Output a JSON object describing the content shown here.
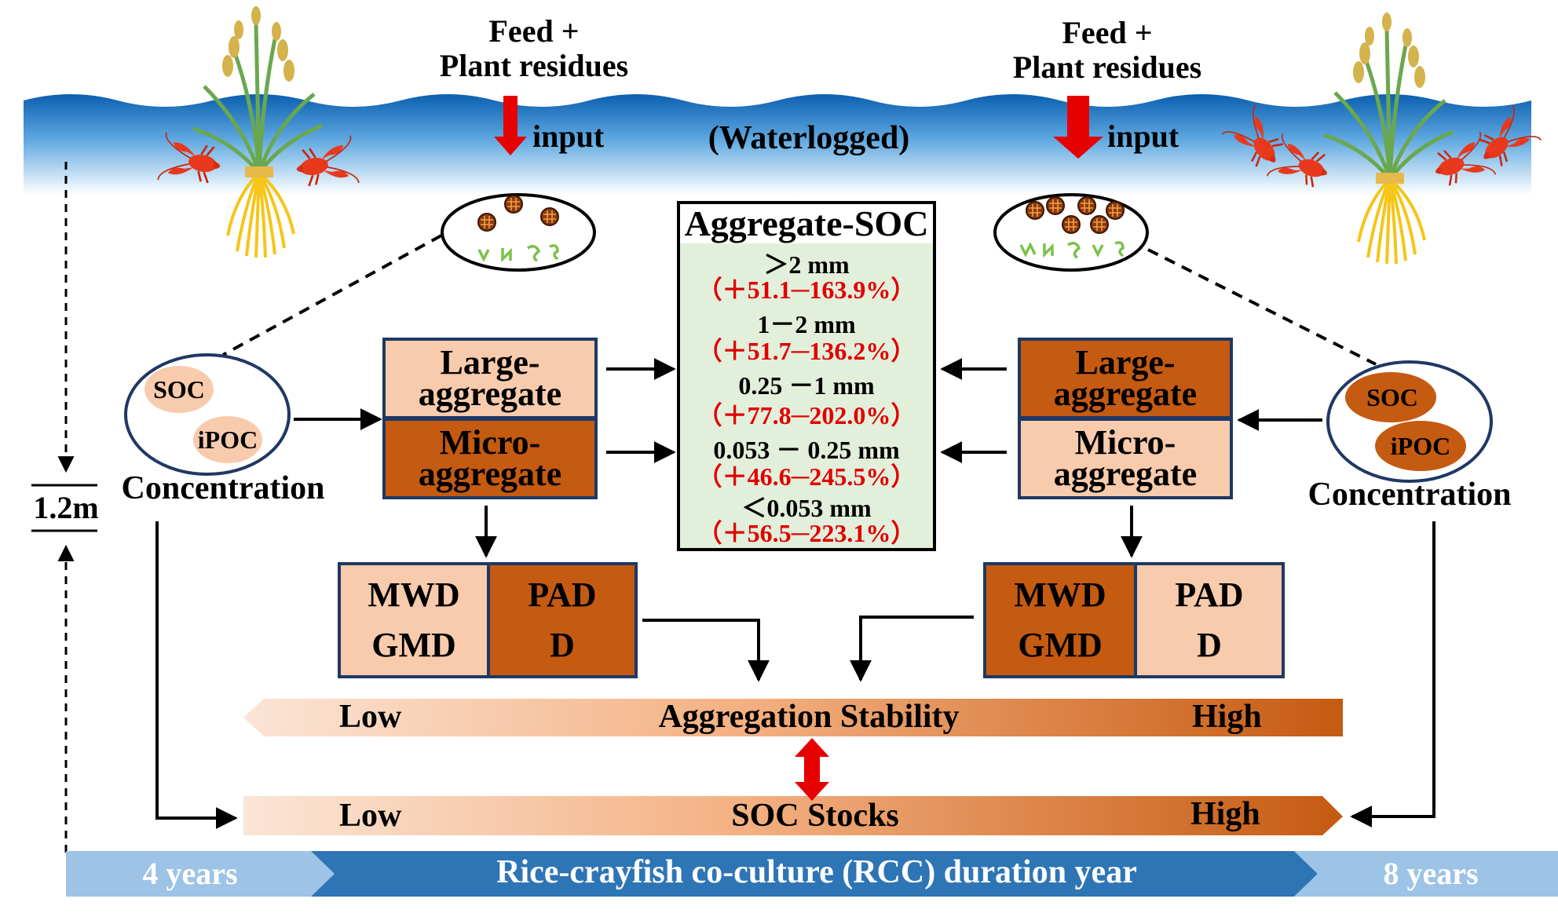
{
  "water": {
    "label": "(Waterlogged)"
  },
  "inputs": {
    "left": {
      "line1": "Feed +",
      "line2": "Plant residues",
      "arrow_label": "input"
    },
    "right": {
      "line1": "Feed +",
      "line2": "Plant residues",
      "arrow_label": "input"
    }
  },
  "depth": {
    "label": "1.2m"
  },
  "left_pool": {
    "soc": "SOC",
    "ipoc": "iPOC",
    "caption": "Concentration"
  },
  "right_pool": {
    "soc": "SOC",
    "ipoc": "iPOC",
    "caption": "Concentration"
  },
  "left_aggregates": {
    "large": [
      "Large-",
      "aggregate"
    ],
    "micro": [
      "Micro-",
      "aggregate"
    ]
  },
  "right_aggregates": {
    "large": [
      "Large-",
      "aggregate"
    ],
    "micro": [
      "Micro-",
      "aggregate"
    ]
  },
  "aggregate_soc": {
    "title": "Aggregate-SOC",
    "rows": [
      {
        "size": "＞2 mm",
        "change": "（＋51.1─163.9%）"
      },
      {
        "size": "1－2 mm",
        "change": "（＋51.7─136.2%）"
      },
      {
        "size": "0.25 －1 mm",
        "change": "（＋77.8─202.0%）"
      },
      {
        "size": "0.053 － 0.25 mm",
        "change": "（＋46.6─245.5%）"
      },
      {
        "size": "＜0.053 mm",
        "change": "（＋56.5─223.1%）"
      }
    ]
  },
  "left_indices": {
    "a1": "MWD",
    "a2": "GMD",
    "b1": "PAD",
    "b2": "D"
  },
  "right_indices": {
    "a1": "MWD",
    "a2": "GMD",
    "b1": "PAD",
    "b2": "D"
  },
  "stability_bar": {
    "low": "Low",
    "title": "Aggregation Stability",
    "high": "High"
  },
  "soc_bar": {
    "low": "Low",
    "title": "SOC Stocks",
    "high": "High"
  },
  "timeline": {
    "start": "4 years",
    "title": "Rice-crayfish co-culture (RCC)  duration year",
    "end": "8 years"
  },
  "colors": {
    "light": "#f8cbad",
    "dark": "#c55a11",
    "water": "#2e75b6",
    "arrow_red": "#e60000",
    "box_border": "#1f3864",
    "agg_bg": "#e2efda"
  }
}
